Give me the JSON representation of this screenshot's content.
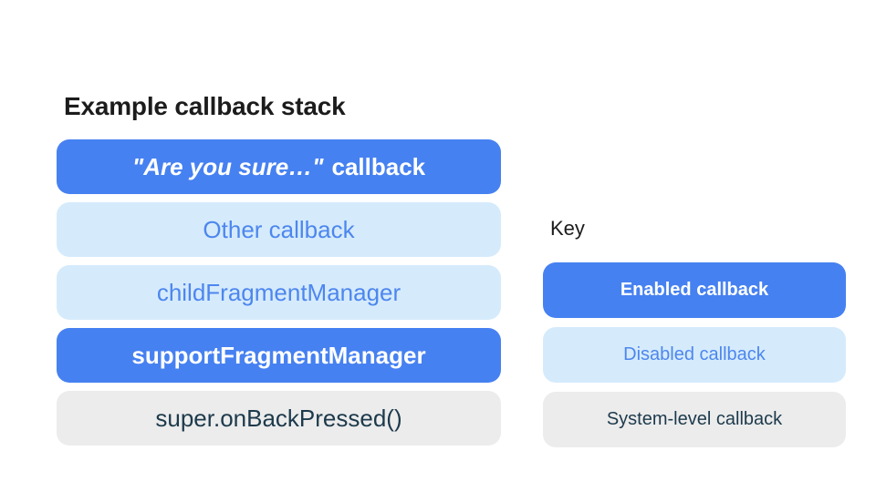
{
  "colors": {
    "background": "#ffffff",
    "heading_text": "#1c1c1c",
    "enabled_bg": "#4681f1",
    "enabled_text": "#ffffff",
    "disabled_bg": "#d5ebfc",
    "disabled_text": "#4d86ee",
    "system_bg": "#ececec",
    "system_text": "#1d3a4c"
  },
  "stack": {
    "title": "Example callback stack",
    "items": [
      {
        "prefix": "\"Are you sure…\"",
        "label": "callback",
        "state": "enabled"
      },
      {
        "label": "Other callback",
        "state": "disabled"
      },
      {
        "label": "childFragmentManager",
        "state": "disabled"
      },
      {
        "label": "supportFragmentManager",
        "state": "enabled"
      },
      {
        "label": "super.onBackPressed()",
        "state": "system"
      }
    ]
  },
  "key": {
    "title": "Key",
    "items": [
      {
        "label": "Enabled callback",
        "state": "enabled"
      },
      {
        "label": "Disabled callback",
        "state": "disabled"
      },
      {
        "label": "System-level callback",
        "state": "system"
      }
    ]
  }
}
